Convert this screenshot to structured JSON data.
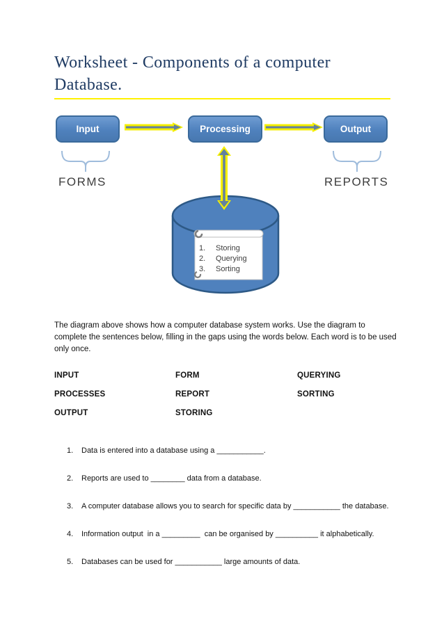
{
  "title": "Worksheet - Components of a computer Database.",
  "diagram": {
    "input_label": "Input",
    "processing_label": "Processing",
    "output_label": "Output",
    "forms_label": "FORMS",
    "reports_label": "REPORTS",
    "db_list": [
      {
        "num": "1.",
        "text": "Storing"
      },
      {
        "num": "2.",
        "text": "Querying"
      },
      {
        "num": "3.",
        "text": "Sorting"
      }
    ]
  },
  "instructions": "The diagram above shows how a computer database system works. Use the diagram to complete the sentences below, filling in the gaps using the words below. Each word is to be used only once.",
  "word_bank": {
    "col1": [
      "INPUT",
      "PROCESSES",
      "OUTPUT"
    ],
    "col2": [
      "FORM",
      "REPORT",
      "STORING"
    ],
    "col3": [
      "QUERYING",
      "SORTING"
    ]
  },
  "questions": [
    {
      "num": "1.",
      "text": "Data is entered into a database using a ___________."
    },
    {
      "num": "2.",
      "text": "Reports are used to ________ data from a database."
    },
    {
      "num": "3.",
      "text": "A computer database allows you to search for specific data by ___________ the database."
    },
    {
      "num": "4.",
      "text": "Information output  in a _________  can be organised by __________ it alphabetically."
    },
    {
      "num": "5.",
      "text": "Databases can be used for ___________ large amounts of data."
    }
  ],
  "colors": {
    "accent_blue": "#4f81bd",
    "accent_blue_dark": "#3a6a9b",
    "accent_yellow": "#fff200",
    "arrow_core": "#64819e",
    "brace_blue": "#9fbcdc",
    "title_navy": "#1f3b63"
  }
}
